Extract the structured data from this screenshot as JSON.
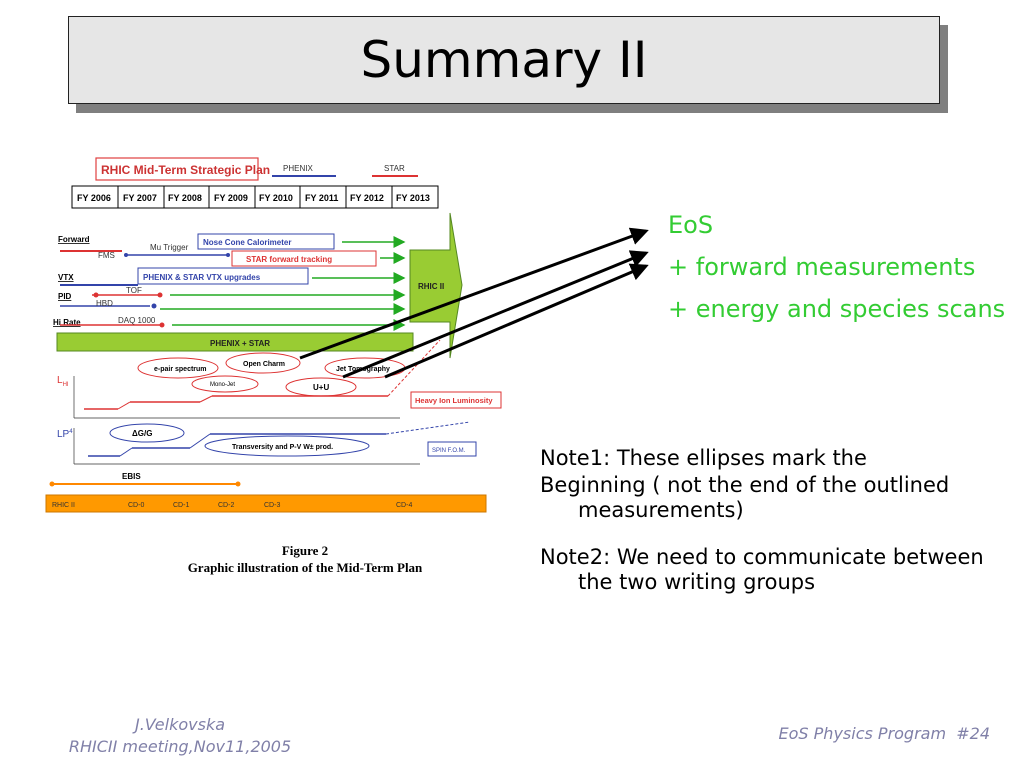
{
  "title": "Summary II",
  "bullets": [
    "EoS",
    "+ forward measurements",
    "+ energy and species scans"
  ],
  "notes": [
    "Note1: These ellipses mark the",
    "Beginning ( not the end of the outlined measurements)",
    "Note2: We need to communicate between the two writing groups"
  ],
  "figure": {
    "header": "RHIC Mid-Term Strategic Plan",
    "phenix": "PHENIX",
    "star": "STAR",
    "years": [
      "FY 2006",
      "FY 2007",
      "FY 2008",
      "FY 2009",
      "FY 2010",
      "FY 2011",
      "FY 2012",
      "FY 2013"
    ],
    "rows": {
      "forward": "Forward",
      "vtx": "VTX",
      "pid": "PID",
      "hirate": "Hi Rate"
    },
    "items": {
      "fms": "FMS",
      "mu_trigger": "Mu Trigger",
      "nose_cone": "Nose Cone Calorimeter",
      "star_forward": "STAR forward tracking",
      "vtx_upgrades": "PHENIX & STAR VTX upgrades",
      "tof": "TOF",
      "hbd": "HBD",
      "daq": "DAQ 1000",
      "rhic2": "RHIC II",
      "phenix_star": "PHENIX + STAR",
      "epair": "e-pair spectrum",
      "open_charm": "Open Charm",
      "jet_tomo": "Jet Tomography",
      "monojet": "Mono-Jet",
      "uu": "U+U",
      "lhi": "L",
      "lhi_sub": "HI",
      "heavy_ion_lumi": "Heavy Ion Luminosity",
      "lp": "LP",
      "lp_sup": "4",
      "dgg": "ΔG/G",
      "transversity": "Transversity and P-V W± prod.",
      "spin_fom": "SPIN F.O.M.",
      "ebis": "EBIS"
    },
    "cd_bar": [
      "RHIC II",
      "CD-0",
      "CD-1",
      "CD-2",
      "CD-3",
      "CD-4"
    ],
    "caption_1": "Figure 2",
    "caption_2": "Graphic illustration of the Mid-Term Plan"
  },
  "footer": {
    "author": "J.Velkovska",
    "meeting": "RHICII meeting,Nov11,2005",
    "program": "EoS Physics Program  #24"
  },
  "colors": {
    "bullet_green": "#33cc33",
    "title_bg": "#e6e6e6",
    "footer": "#8080a8",
    "orange_bar": "#ff9900",
    "figure_green": "#99cc33"
  }
}
